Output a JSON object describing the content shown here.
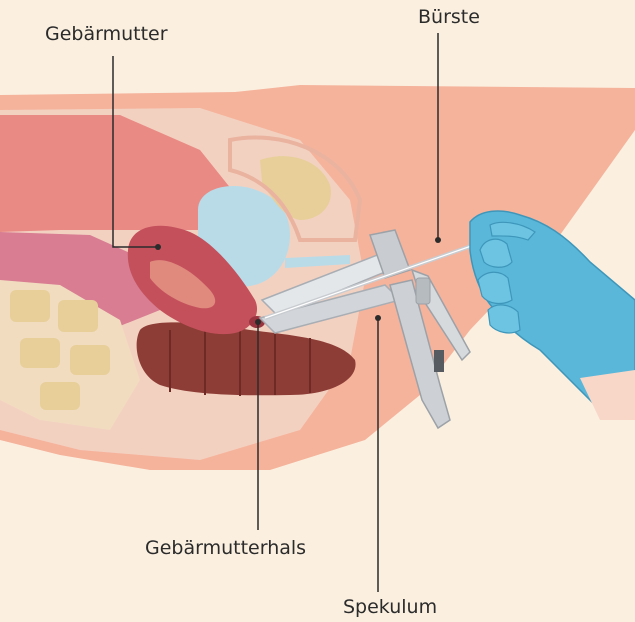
{
  "labels": {
    "uterus": "Gebärmutter",
    "brush": "Bürste",
    "cervix": "Gebärmutterhals",
    "speculum": "Spekulum"
  },
  "colors": {
    "background": "#fbf0e0",
    "skin": "#f5b39c",
    "uterus": "#c4505c",
    "bladder": "#b9dbe8",
    "glove": "#5ab7d9",
    "speculum": "#dcdfe3",
    "leader_line": "#2b2b2b"
  }
}
